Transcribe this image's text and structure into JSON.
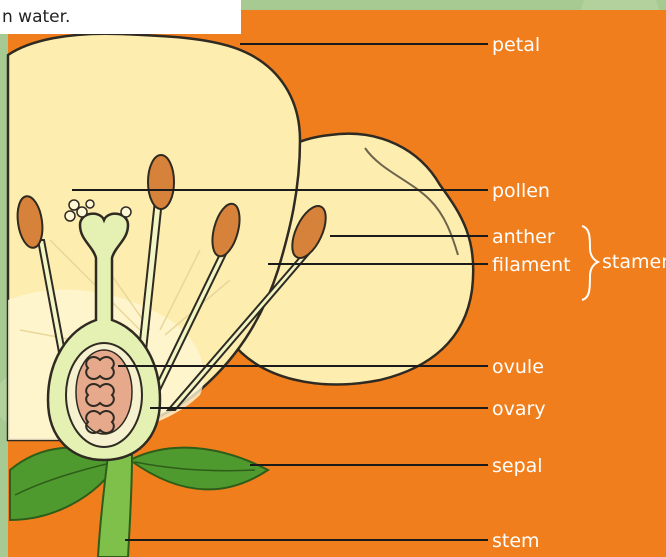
{
  "caption": "n water.",
  "labels": {
    "petal": "petal",
    "pollen": "pollen",
    "anther": "anther",
    "filament": "filament",
    "stamen": "stamen",
    "ovule": "ovule",
    "ovary": "ovary",
    "sepal": "sepal",
    "stem": "stem"
  },
  "colors": {
    "panel": "#f07e1c",
    "petal": "#fdeeb0",
    "petal_shade": "#f5d98a",
    "anther": "#d7823a",
    "leaf": "#4f9a2e",
    "stem": "#7fc04b",
    "ovule": "#e7a98c",
    "pistil": "#e4f1b3"
  }
}
